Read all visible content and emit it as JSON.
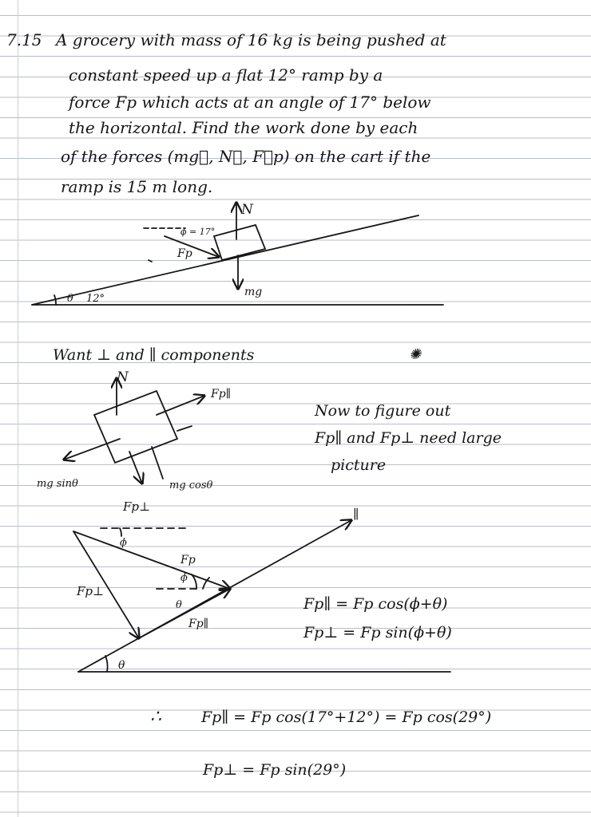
{
  "problem": {
    "number": "7.15",
    "lines": [
      "A grocery with mass of 16 kg is being pushed at",
      "constant speed up a flat 12° ramp by a",
      "force Fp which acts at an angle of 17° below",
      "the horizontal. Find the work done by each",
      "of the forces (mg⃗, N⃗, F⃗p) on the cart if the",
      "ramp is 15 m long."
    ]
  },
  "diagram1": {
    "normal": "N",
    "phi": "ϕ = 17°",
    "force": "Fp",
    "weight": "mg",
    "theta": "θ",
    "angle": "12°"
  },
  "section2": {
    "heading": "Want ⊥ and ∥ components",
    "normal": "N",
    "fp_parallel": "Fp∥",
    "mg_sin": "mg sinθ",
    "mg_cos": "mg cosθ",
    "fp_perp": "Fp⊥",
    "note_lines": [
      "Now to figure out",
      "Fp∥ and Fp⊥ need large",
      "picture"
    ]
  },
  "diagram3": {
    "parallel": "∥",
    "phi": "ϕ",
    "fp": "Fp",
    "phi2": "ϕ",
    "theta": "θ",
    "fp_perp": "Fp⊥",
    "fp_parallel": "Fp∥",
    "theta_base": "θ",
    "eq1": "Fp∥ = Fp cos(ϕ+θ)",
    "eq2": "Fp⊥ = Fp sin(ϕ+θ)"
  },
  "conclusion": {
    "therefore": "∴",
    "eq1": "Fp∥ = Fp cos(17°+12°) = Fp cos(29°)",
    "eq2": "Fp⊥ = Fp sin(29°)"
  }
}
